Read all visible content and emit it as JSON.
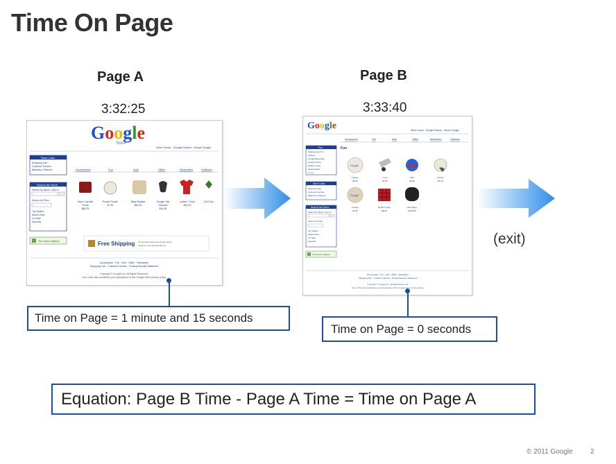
{
  "title": "Time On Page",
  "page_a": {
    "label": "Page A",
    "time": "3:32:25",
    "time_on_page": "Time on Page = 1 minute and 15 seconds"
  },
  "page_b": {
    "label": "Page B",
    "time": "3:33:40",
    "time_on_page": "Time on Page = 0 seconds"
  },
  "exit_label": "(exit)",
  "equation": "Equation: Page B Time - Page A Time = Time on Page A",
  "footer": {
    "copyright": "© 2011 Google",
    "page_number": "2"
  },
  "screenshot_a": {
    "logo": "Google",
    "logo_sub": "Store",
    "nav": [
      "Accessories",
      "Fun",
      "Kids",
      "Office",
      "Wearables",
      "Software"
    ],
    "shipping": "Free Shipping",
    "products": [
      {
        "name": "Micro Chenille Throw",
        "price": "$65.75",
        "color": "#8b1a1a"
      },
      {
        "name": "Pocket Puzzle",
        "price": "$7.20",
        "color": "#d9d4c4"
      },
      {
        "name": "Baby Blanket",
        "price": "$52.90",
        "color": "#d8c8a8"
      },
      {
        "name": "Google Talk Headset",
        "price": "$14.99",
        "color": "#333333"
      },
      {
        "name": "Ladies' T-shirt",
        "price": "$16.20",
        "color": "#cc1f1f"
      },
      {
        "name": "Gift Pack",
        "price": "",
        "color": "#3a7a2a"
      }
    ]
  },
  "screenshot_b": {
    "logo": "Google",
    "section": "Fun",
    "nav": [
      "Accessories",
      "Fun",
      "Kids",
      "Office",
      "Wearables",
      "Software"
    ],
    "products": [
      {
        "name": "Frisbee",
        "price": "$6.45",
        "color": "#e8e4dc"
      },
      {
        "name": "Yo-Yo",
        "price": "$7.50",
        "color": "#bdbdbd"
      },
      {
        "name": "Ball",
        "price": "$3.50",
        "color": "#2a5fd0"
      },
      {
        "name": "Puzzle",
        "price": "$7.20",
        "color": "#d9d4c4"
      },
      {
        "name": "Coaster",
        "price": "$7.50",
        "color": "#e0d2b8"
      },
      {
        "name": "Rubik's Cube",
        "price": "$8.50",
        "color": "#c8141e"
      },
      {
        "name": "Bean Bag",
        "price": "$104.95",
        "color": "#222222"
      }
    ]
  }
}
